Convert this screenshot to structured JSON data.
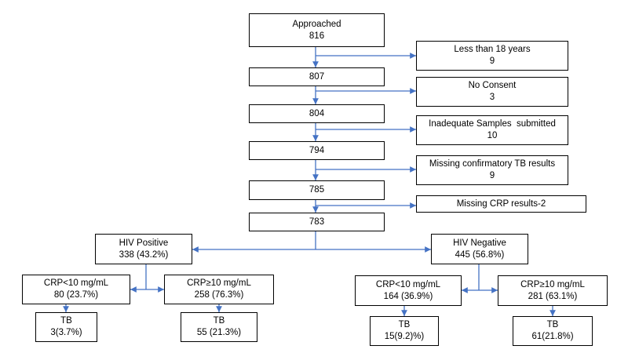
{
  "colors": {
    "connector": "#4472C4",
    "border": "#000000",
    "text": "#000000"
  },
  "main_flow": [
    {
      "label": "Approached",
      "value": "816"
    },
    {
      "value": "807"
    },
    {
      "value": "804"
    },
    {
      "value": "794"
    },
    {
      "value": "785"
    },
    {
      "value": "783"
    }
  ],
  "exclusions": [
    {
      "label": "Less than 18 years",
      "value": "9"
    },
    {
      "label": "No Consent",
      "value": "3"
    },
    {
      "label": "Inadequate Samples  submitted",
      "value": "10"
    },
    {
      "label": "Missing confirmatory TB results",
      "value": "9"
    },
    {
      "label": "Missing CRP results-2"
    }
  ],
  "groups": {
    "hiv_positive": {
      "label": "HIV Positive",
      "value": "338 (43.2%)",
      "crp_low": {
        "label": "CRP<10 mg/mL",
        "value": "80 (23.7%)",
        "tb_label": "TB",
        "tb_value": "3(3.7%)"
      },
      "crp_high": {
        "label": "CRP≥10 mg/mL",
        "value": "258 (76.3%)",
        "tb_label": "TB",
        "tb_value": "55 (21.3%)"
      }
    },
    "hiv_negative": {
      "label": "HIV Negative",
      "value": "445 (56.8%)",
      "crp_low": {
        "label": "CRP<10 mg/mL",
        "value": "164 (36.9%)",
        "tb_label": "TB",
        "tb_value": "15(9.2)%)"
      },
      "crp_high": {
        "label": "CRP≥10 mg/mL",
        "value": "281 (63.1%)",
        "tb_label": "TB",
        "tb_value": "61(21.8%)"
      }
    }
  }
}
